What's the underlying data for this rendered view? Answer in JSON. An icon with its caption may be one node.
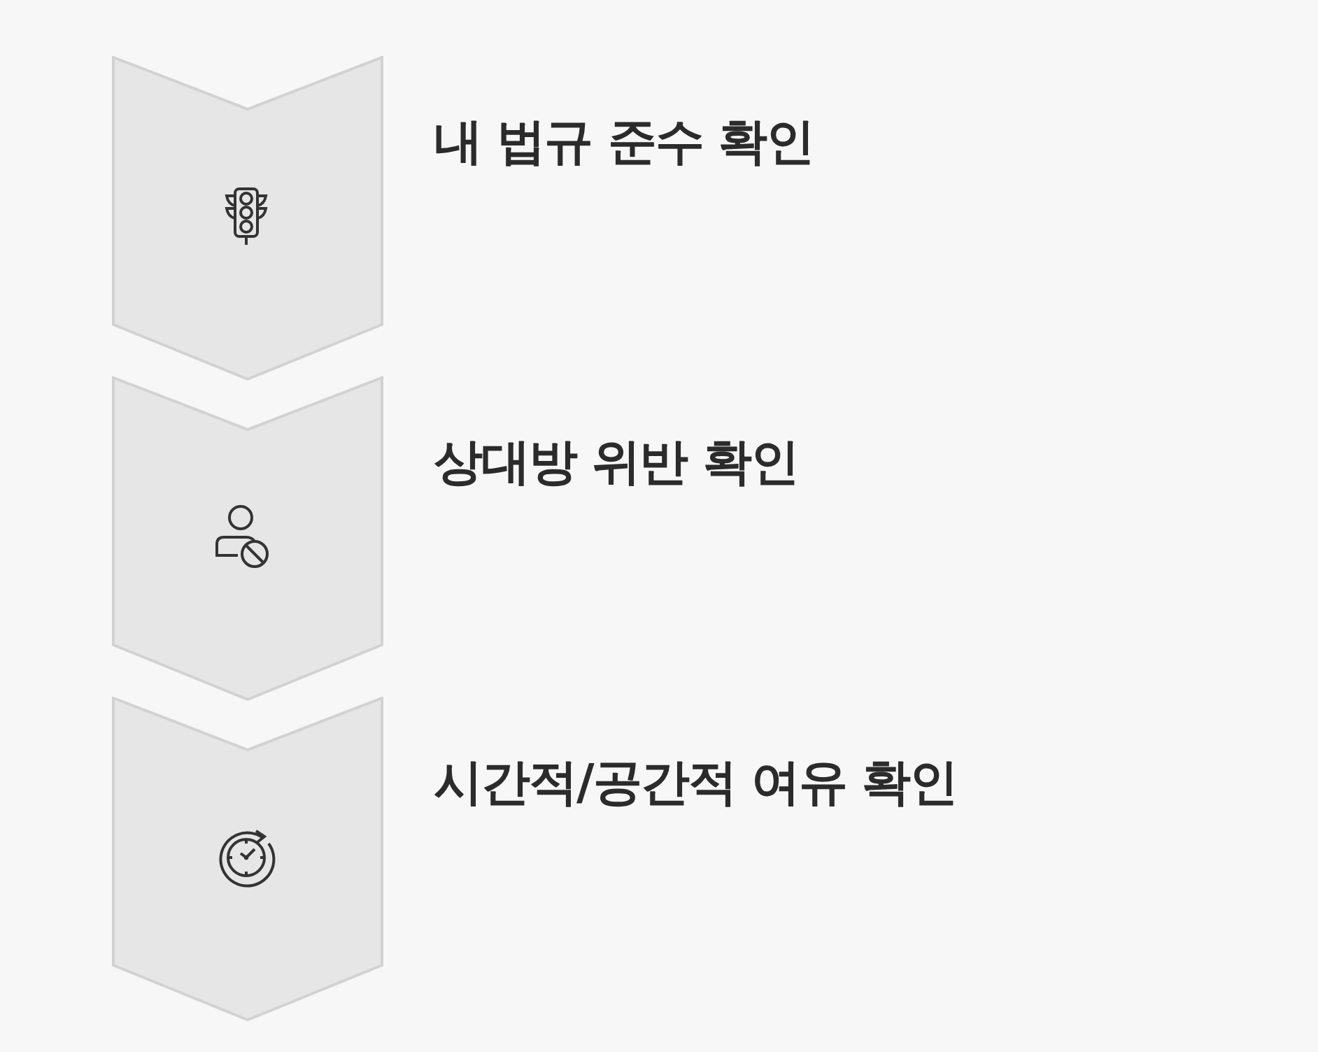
{
  "diagram": {
    "nodes": [
      {
        "text": [
          "내 법규 준수 확인"
        ]
      },
      {
        "text": [
          "상대방 위반 확인"
        ]
      },
      {
        "text": [
          "시간적/공간적 여유 확인"
        ]
      }
    ]
  }
}
